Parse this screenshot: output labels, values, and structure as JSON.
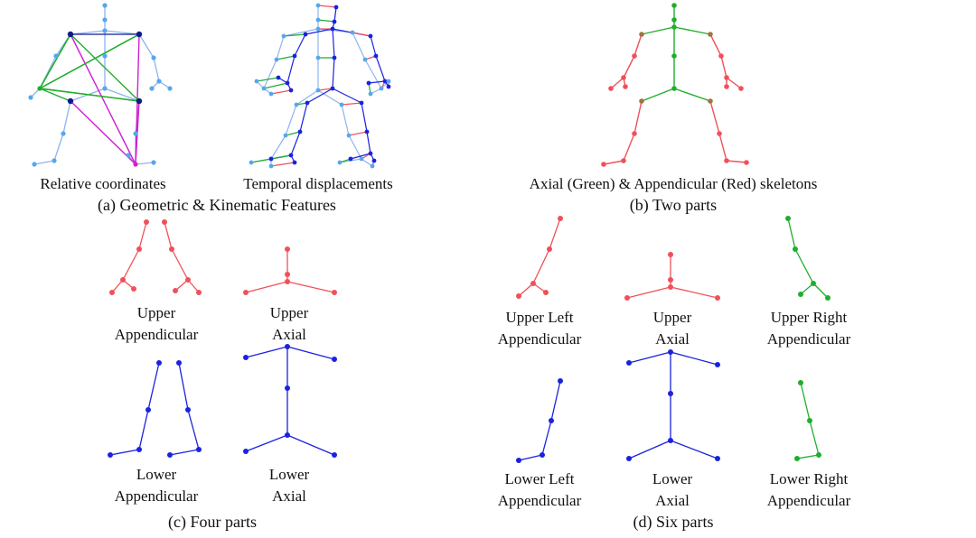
{
  "colors": {
    "light_blue": "#8fb3f0",
    "joint_light": "#56a7ec",
    "dark_navy": "#101a8c",
    "blue": "#1a22e0",
    "green": "#1fae2e",
    "red": "#f0505a",
    "magenta": "#cf1fcf",
    "brown": "#a0743c"
  },
  "panel_a": {
    "left_label": "Relative coordinates",
    "right_label": "Temporal displacements",
    "caption": "(a) Geometric & Kinematic Features"
  },
  "panel_b": {
    "label": "Axial (Green) & Appendicular (Red) skeletons",
    "caption": "(b) Two parts"
  },
  "panel_c": {
    "upper_appendicular": [
      "Upper",
      "Appendicular"
    ],
    "upper_axial": [
      "Upper",
      "Axial"
    ],
    "lower_appendicular": [
      "Lower",
      "Appendicular"
    ],
    "lower_axial": [
      "Lower",
      "Axial"
    ],
    "caption": "(c) Four parts"
  },
  "panel_d": {
    "upper_left": [
      "Upper Left",
      "Appendicular"
    ],
    "upper_axial": [
      "Upper",
      "Axial"
    ],
    "upper_right": [
      "Upper Right",
      "Appendicular"
    ],
    "lower_left": [
      "Lower Left",
      "Appendicular"
    ],
    "lower_axial": [
      "Lower",
      "Axial"
    ],
    "lower_right": [
      "Lower Right",
      "Appendicular"
    ],
    "caption": "(d) Six parts"
  }
}
